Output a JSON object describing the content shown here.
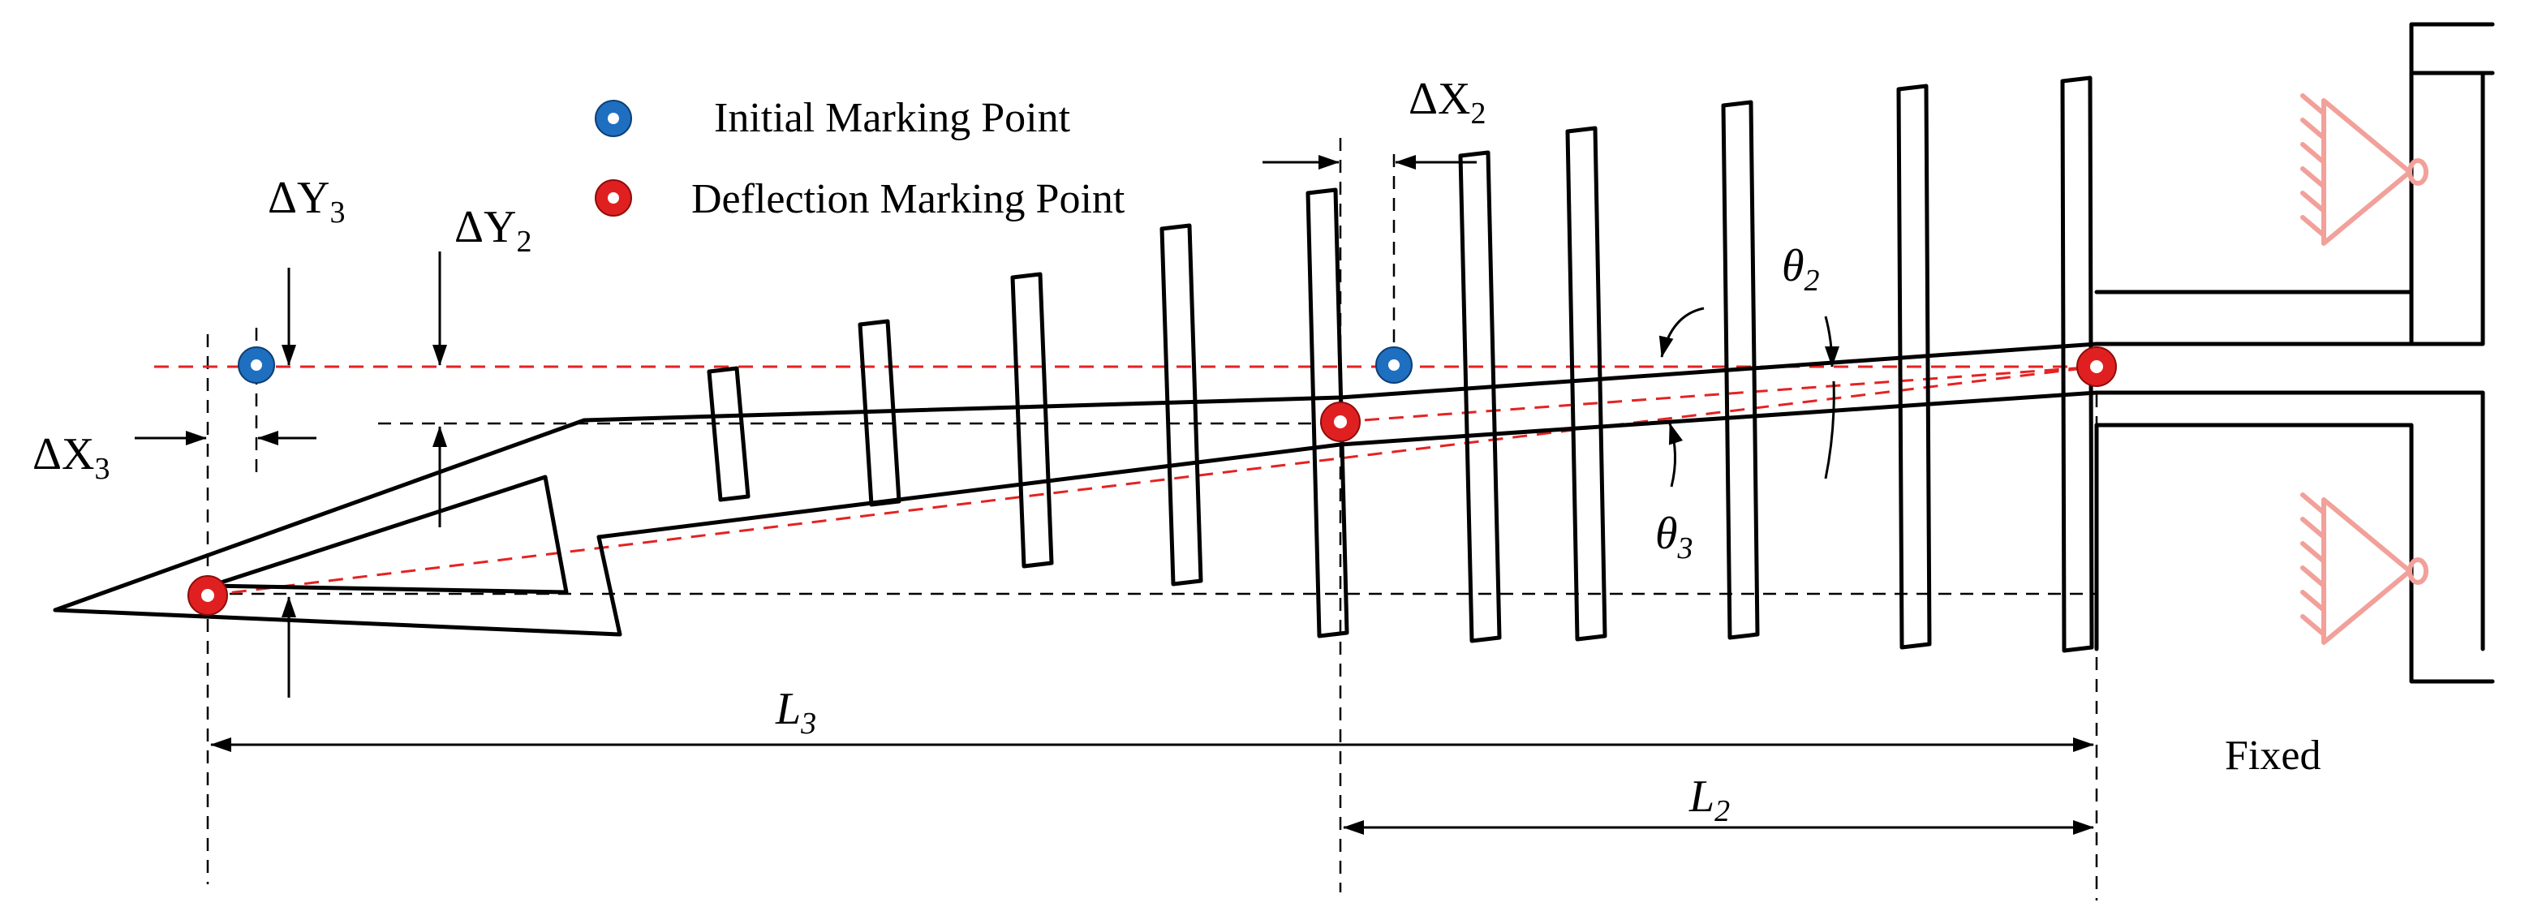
{
  "legend": {
    "initial_label": "Initial Marking Point",
    "deflection_label": "Deflection Marking Point"
  },
  "labels": {
    "dx2": {
      "main": "ΔX",
      "sub": "2"
    },
    "dx3": {
      "main": "ΔX",
      "sub": "3"
    },
    "dy2": {
      "main": "ΔY",
      "sub": "2"
    },
    "dy3": {
      "main": "ΔY",
      "sub": "3"
    },
    "theta2": {
      "main": "θ",
      "sub": "2"
    },
    "theta3": {
      "main": "θ",
      "sub": "3"
    },
    "l2": {
      "main": "L",
      "sub": "2"
    },
    "l3": {
      "main": "L",
      "sub": "3"
    },
    "fixed": "Fixed"
  },
  "colors": {
    "initial_marker": "#1f6fc0",
    "deflection_marker": "#e02020",
    "reference_line": "#e52222",
    "support": "#f2a09a",
    "ink": "#000000"
  }
}
